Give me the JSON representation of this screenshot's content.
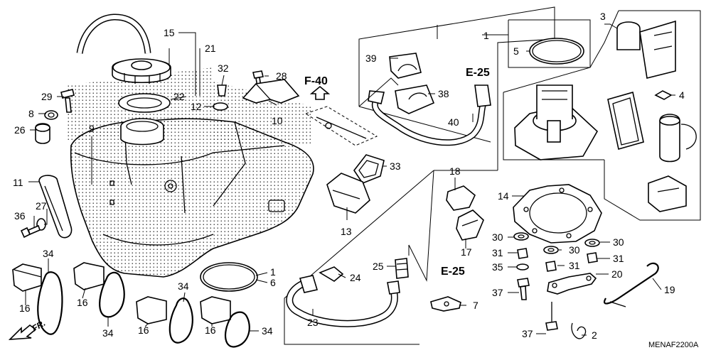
{
  "diagram": {
    "refs": [
      "F-40",
      "E-25",
      "E-25"
    ],
    "code": "MENAF2200A",
    "front_label": "FR.",
    "labels": [
      "1",
      "1",
      "2",
      "3",
      "4",
      "5",
      "6",
      "7",
      "8",
      "9",
      "10",
      "11",
      "12",
      "13",
      "14",
      "15",
      "16",
      "16",
      "16",
      "16",
      "17",
      "18",
      "19",
      "20",
      "21",
      "22",
      "23",
      "24",
      "25",
      "26",
      "27",
      "28",
      "29",
      "30",
      "30",
      "30",
      "30",
      "31",
      "31",
      "31",
      "32",
      "33",
      "34",
      "34",
      "34",
      "34",
      "35",
      "36",
      "37",
      "37",
      "38",
      "39",
      "40"
    ]
  }
}
